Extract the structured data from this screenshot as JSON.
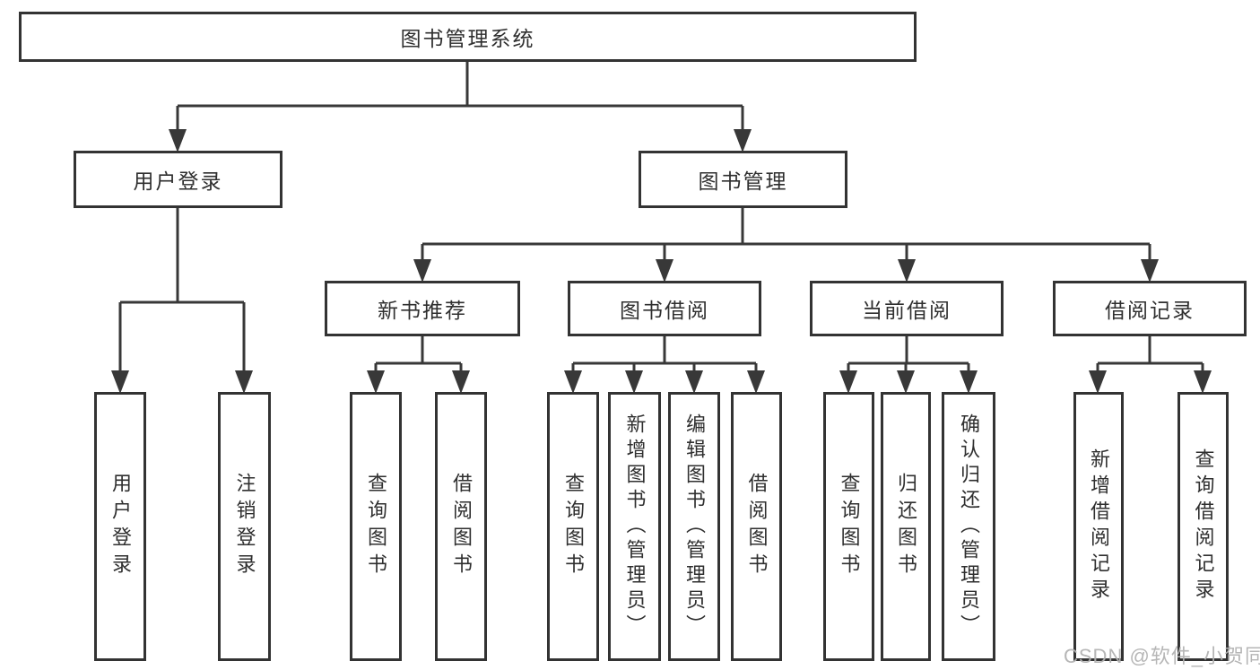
{
  "title": "图书管理系统",
  "tree": {
    "label": "图书管理系统",
    "children": [
      {
        "label": "用户登录",
        "children": [
          {
            "label": "用户登录"
          },
          {
            "label": "注销登录"
          }
        ]
      },
      {
        "label": "图书管理",
        "children": [
          {
            "label": "新书推荐",
            "children": [
              {
                "label": "查询图书"
              },
              {
                "label": "借阅图书"
              }
            ]
          },
          {
            "label": "图书借阅",
            "children": [
              {
                "label": "查询图书"
              },
              {
                "label": "新增图书（管理员）"
              },
              {
                "label": "编辑图书（管理员）"
              },
              {
                "label": "借阅图书"
              }
            ]
          },
          {
            "label": "当前借阅",
            "children": [
              {
                "label": "查询图书"
              },
              {
                "label": "归还图书"
              },
              {
                "label": "确认归还（管理员）"
              }
            ]
          },
          {
            "label": "借阅记录",
            "children": [
              {
                "label": "新增借阅记录"
              },
              {
                "label": "查询借阅记录"
              }
            ]
          }
        ]
      }
    ]
  },
  "watermark": {
    "text": "CSDN @软件_小贺同学"
  },
  "colors": {
    "line": "#383838",
    "box_border": "#333333",
    "text": "#2f2f2f",
    "watermark": "#b2b2b2",
    "background": "#ffffff"
  }
}
